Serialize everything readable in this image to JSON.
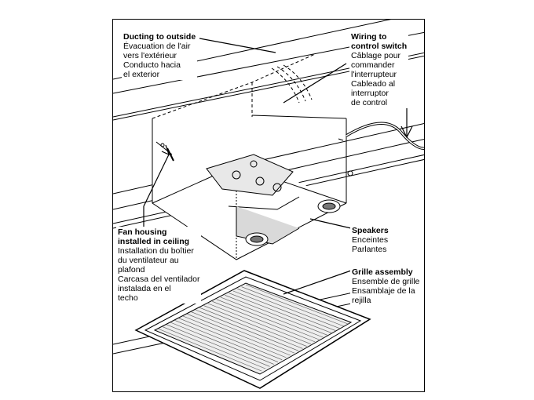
{
  "labels": {
    "ducting": {
      "title": "Ducting to outside",
      "fr": [
        "Évacuation de l'air",
        "vers l'extérieur"
      ],
      "es": [
        "Conducto hacia",
        "el exterior"
      ]
    },
    "wiring": {
      "title": [
        "Wiring to",
        "control switch"
      ],
      "fr": [
        "Câblage pour",
        "commander",
        "l'interrupteur"
      ],
      "es": [
        "Cableado al",
        "interruptor",
        "de control"
      ]
    },
    "fan_housing": {
      "title": [
        "Fan housing",
        "installed in ceiling"
      ],
      "fr": [
        "Installation du boîtier",
        "du ventilateur au",
        "plafond"
      ],
      "es": [
        "Carcasa del ventilador",
        "instalada en el",
        "techo"
      ]
    },
    "speakers": {
      "title": "Speakers",
      "fr": "Enceintes",
      "es": "Parlantes"
    },
    "grille": {
      "title": "Grille assembly",
      "fr": "Ensemble de grille",
      "es": "Ensamblaje de la rejilla"
    }
  }
}
